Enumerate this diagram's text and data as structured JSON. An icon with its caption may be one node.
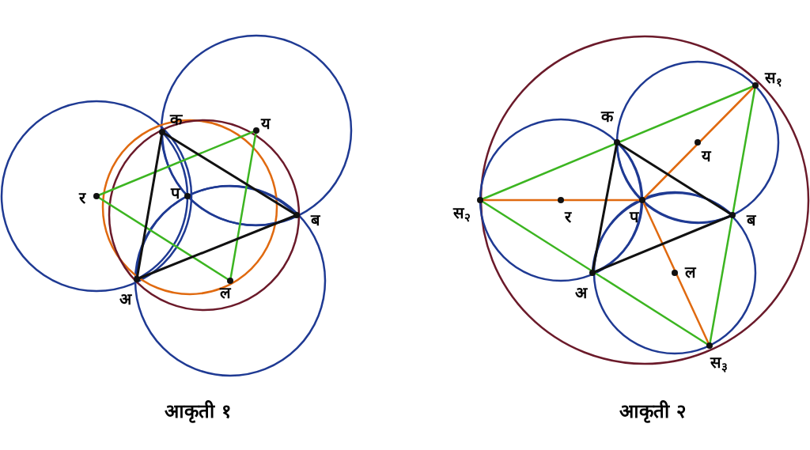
{
  "diagram": {
    "labels": [
      "क",
      "य",
      "र",
      "प",
      "ब",
      "अ",
      "ल",
      "स$_{१}$",
      "क",
      "य",
      "स$_{२}$",
      "र",
      "प",
      "ब",
      "ल",
      "अ",
      "स$_{३}$",
      "आकृती १",
      "आकृती २"
    ]
  }
}
